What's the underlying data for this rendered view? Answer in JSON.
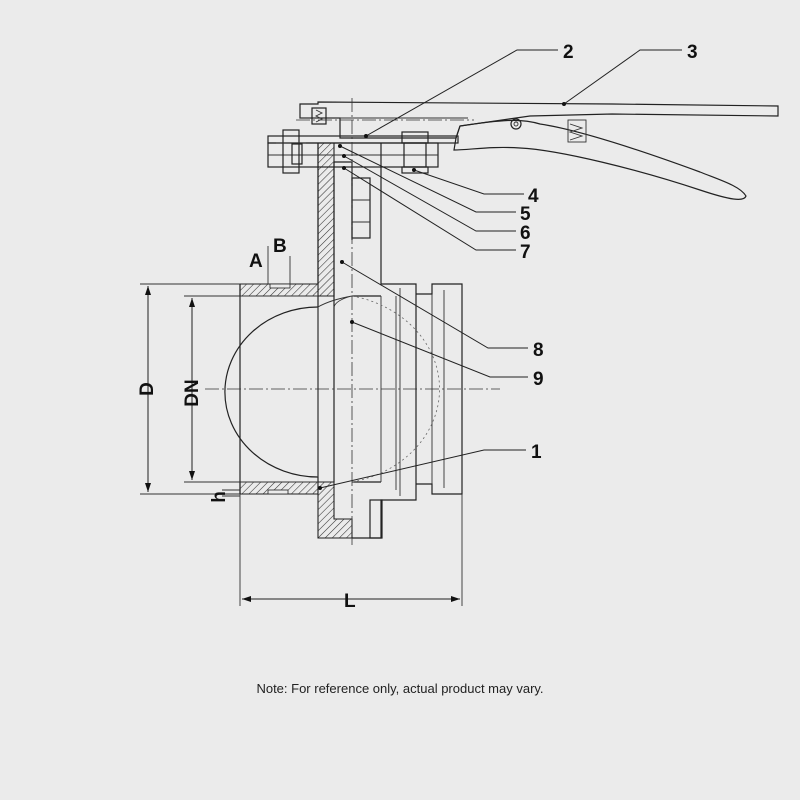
{
  "labels": {
    "part1": "1",
    "part2": "2",
    "part3": "3",
    "part4": "4",
    "part5": "5",
    "part6": "6",
    "part7": "7",
    "part8": "8",
    "part9": "9"
  },
  "dimensions": {
    "d": "D",
    "dn": "DN",
    "l": "L",
    "h": "h",
    "a": "A",
    "b": "B"
  },
  "note": "Note: For reference only, actual product may vary.",
  "colors": {
    "background": "#ebebeb",
    "line": "#222222"
  }
}
